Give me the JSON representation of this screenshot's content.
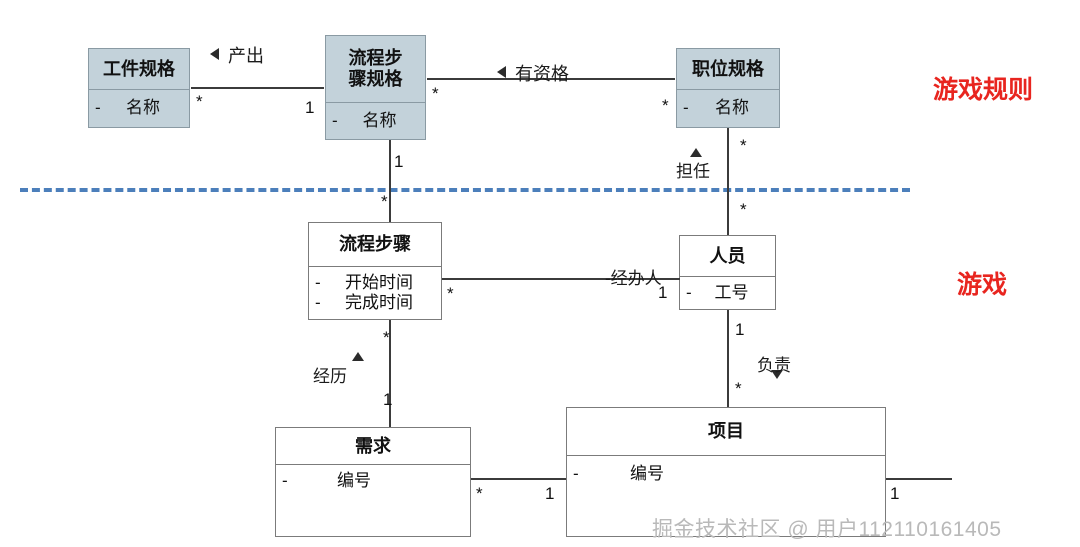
{
  "diagram": {
    "type": "uml-class-diagram",
    "title_language": "zh-CN",
    "colors": {
      "spec_fill": "#c3d2da",
      "spec_border": "#8a9aa3",
      "instance_fill": "#ffffff",
      "instance_border": "#7b7b7b",
      "line": "#3b3b3b",
      "divider": "#4c7fbb",
      "zone_caption": "#e8251f",
      "watermark": "#b9b9b9"
    },
    "zones": [
      {
        "id": "rules",
        "caption": "游戏规则"
      },
      {
        "id": "game",
        "caption": "游戏"
      }
    ],
    "classes": [
      {
        "id": "workpiece-spec",
        "name": "工件规格",
        "kind": "spec",
        "attributes": [
          {
            "visibility": "-",
            "name": "名称"
          }
        ]
      },
      {
        "id": "process-step-spec",
        "name": "流程步\n骤规格",
        "kind": "spec",
        "attributes": [
          {
            "visibility": "-",
            "name": "名称"
          }
        ]
      },
      {
        "id": "position-spec",
        "name": "职位规格",
        "kind": "spec",
        "attributes": [
          {
            "visibility": "-",
            "name": "名称"
          }
        ]
      },
      {
        "id": "process-step",
        "name": "流程步骤",
        "kind": "instance",
        "attributes": [
          {
            "visibility": "-",
            "name": "开始时间"
          },
          {
            "visibility": "-",
            "name": "完成时间"
          }
        ]
      },
      {
        "id": "person",
        "name": "人员",
        "kind": "instance",
        "attributes": [
          {
            "visibility": "-",
            "name": "工号"
          }
        ]
      },
      {
        "id": "requirement",
        "name": "需求",
        "kind": "instance",
        "attributes": [
          {
            "visibility": "-",
            "name": "编号"
          }
        ]
      },
      {
        "id": "project",
        "name": "项目",
        "kind": "instance",
        "attributes": [
          {
            "visibility": "-",
            "name": "编号"
          }
        ]
      }
    ],
    "associations": [
      {
        "id": "produces",
        "label": "产出",
        "from": "process-step-spec",
        "to": "workpiece-spec",
        "from_mult": "1",
        "to_mult": "*"
      },
      {
        "id": "qualified",
        "label": "有资格",
        "from": "position-spec",
        "to": "process-step-spec",
        "from_mult": "*",
        "to_mult": "*"
      },
      {
        "id": "serves-as",
        "label": "担任",
        "from": "person",
        "to": "position-spec",
        "from_mult": "*",
        "to_mult": "*"
      },
      {
        "id": "handler",
        "label": "-经办人",
        "from": "process-step",
        "to": "person",
        "from_mult": "*",
        "to_mult": "1"
      },
      {
        "id": "experience",
        "label": "经历",
        "from": "requirement",
        "to": "process-step",
        "from_mult": "1",
        "to_mult": "*"
      },
      {
        "id": "in-charge",
        "label": "负责",
        "from": "person",
        "to": "project",
        "from_mult": "1",
        "to_mult": "*"
      },
      {
        "id": "req-project",
        "label": "",
        "from": "requirement",
        "to": "project",
        "from_mult": "*",
        "to_mult": "1"
      },
      {
        "id": "spec-to-step",
        "label": "",
        "from": "process-step-spec",
        "to": "process-step",
        "from_mult": "1",
        "to_mult": "*"
      }
    ],
    "multiplicities": {
      "one": "1",
      "many": "*"
    },
    "attribute_dash": "-"
  },
  "watermark": {
    "text": "掘金技术社区 @ 用户112110161405"
  }
}
